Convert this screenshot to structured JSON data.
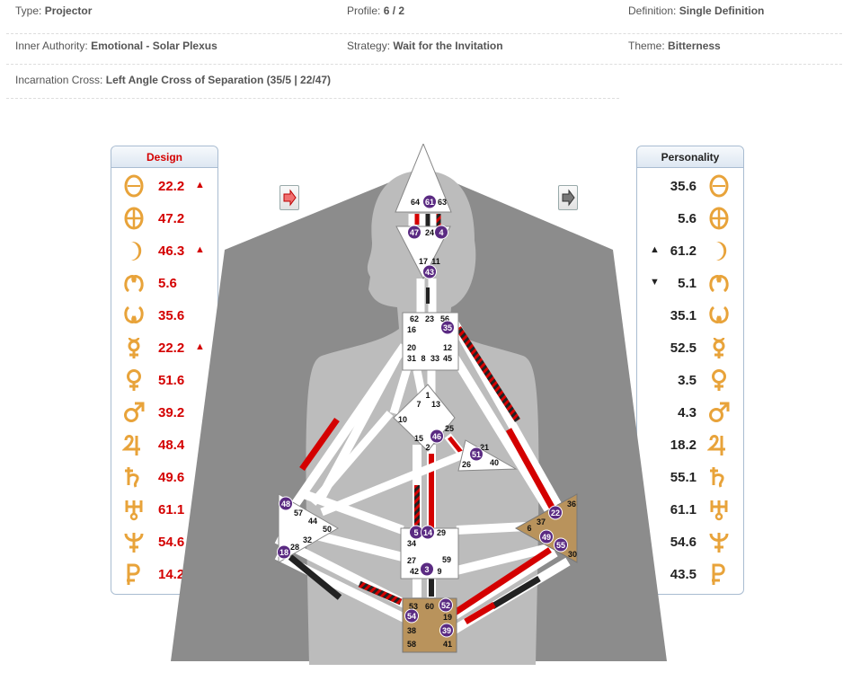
{
  "info": {
    "type_label": "Type:",
    "type_value": "Projector",
    "profile_label": "Profile:",
    "profile_value": "6 / 2",
    "definition_label": "Definition:",
    "definition_value": "Single Definition",
    "authority_label": "Inner Authority:",
    "authority_value": "Emotional - Solar Plexus",
    "strategy_label": "Strategy:",
    "strategy_value": "Wait for the Invitation",
    "theme_label": "Theme:",
    "theme_value": "Bitterness",
    "cross_label": "Incarnation Cross:",
    "cross_value": "Left Angle Cross of Separation (35/5 | 22/47)"
  },
  "design": {
    "title": "Design",
    "rows": [
      {
        "planet": "sun-icon",
        "value": "22.2",
        "arrow": "▲"
      },
      {
        "planet": "earth-icon",
        "value": "47.2",
        "arrow": ""
      },
      {
        "planet": "moon-icon",
        "value": "46.3",
        "arrow": "▲"
      },
      {
        "planet": "north-node-icon",
        "value": "5.6",
        "arrow": ""
      },
      {
        "planet": "south-node-icon",
        "value": "35.6",
        "arrow": ""
      },
      {
        "planet": "mercury-icon",
        "value": "22.2",
        "arrow": "▲"
      },
      {
        "planet": "venus-icon",
        "value": "51.6",
        "arrow": ""
      },
      {
        "planet": "mars-icon",
        "value": "39.2",
        "arrow": ""
      },
      {
        "planet": "jupiter-icon",
        "value": "48.4",
        "arrow": ""
      },
      {
        "planet": "saturn-icon",
        "value": "49.6",
        "arrow": "▼"
      },
      {
        "planet": "uranus-icon",
        "value": "61.1",
        "arrow": ""
      },
      {
        "planet": "neptune-icon",
        "value": "54.6",
        "arrow": ""
      },
      {
        "planet": "pluto-icon",
        "value": "14.2",
        "arrow": ""
      }
    ]
  },
  "personality": {
    "title": "Personality",
    "rows": [
      {
        "planet": "sun-icon",
        "value": "35.6",
        "arrow": ""
      },
      {
        "planet": "earth-icon",
        "value": "5.6",
        "arrow": ""
      },
      {
        "planet": "moon-icon",
        "value": "61.2",
        "arrow": "▲"
      },
      {
        "planet": "north-node-icon",
        "value": "5.1",
        "arrow": "▼"
      },
      {
        "planet": "south-node-icon",
        "value": "35.1",
        "arrow": ""
      },
      {
        "planet": "mercury-icon",
        "value": "52.5",
        "arrow": ""
      },
      {
        "planet": "venus-icon",
        "value": "3.5",
        "arrow": ""
      },
      {
        "planet": "mars-icon",
        "value": "4.3",
        "arrow": ""
      },
      {
        "planet": "jupiter-icon",
        "value": "18.2",
        "arrow": ""
      },
      {
        "planet": "saturn-icon",
        "value": "55.1",
        "arrow": ""
      },
      {
        "planet": "uranus-icon",
        "value": "61.1",
        "arrow": ""
      },
      {
        "planet": "neptune-icon",
        "value": "54.6",
        "arrow": ""
      },
      {
        "planet": "pluto-icon",
        "value": "43.5",
        "arrow": ""
      }
    ]
  },
  "colors": {
    "design_red": "#d40000",
    "personality_black": "#222222",
    "planet_gold": "#e8a33a",
    "gate_purple": "#5a2a82",
    "motor_brown": "#b9935c"
  },
  "nav": {
    "design_up": "arrow-right-icon",
    "design_down": "arrow-left-icon",
    "personality_up": "arrow-right-icon",
    "personality_down": "arrow-left-icon"
  },
  "centers": {
    "head": {
      "gates": [
        "64",
        "61",
        "63"
      ]
    },
    "ajna": {
      "gates": [
        "47",
        "24",
        "4",
        "17",
        "11",
        "43"
      ]
    },
    "throat": {
      "gates": [
        "62",
        "23",
        "56",
        "16",
        "35",
        "20",
        "12",
        "31",
        "8",
        "33",
        "45"
      ]
    },
    "g": {
      "gates": [
        "1",
        "7",
        "13",
        "10",
        "25",
        "15",
        "46",
        "2"
      ]
    },
    "heart": {
      "gates": [
        "21",
        "51",
        "26",
        "40"
      ]
    },
    "spleen": {
      "gates": [
        "48",
        "57",
        "44",
        "50",
        "32",
        "28",
        "18"
      ]
    },
    "solar_plexus": {
      "gates": [
        "36",
        "22",
        "6",
        "37",
        "49",
        "55",
        "30"
      ]
    },
    "sacral": {
      "gates": [
        "5",
        "14",
        "29",
        "34",
        "27",
        "59",
        "42",
        "3",
        "9"
      ]
    },
    "root": {
      "gates": [
        "53",
        "60",
        "52",
        "54",
        "19",
        "38",
        "39",
        "58",
        "41"
      ]
    }
  }
}
